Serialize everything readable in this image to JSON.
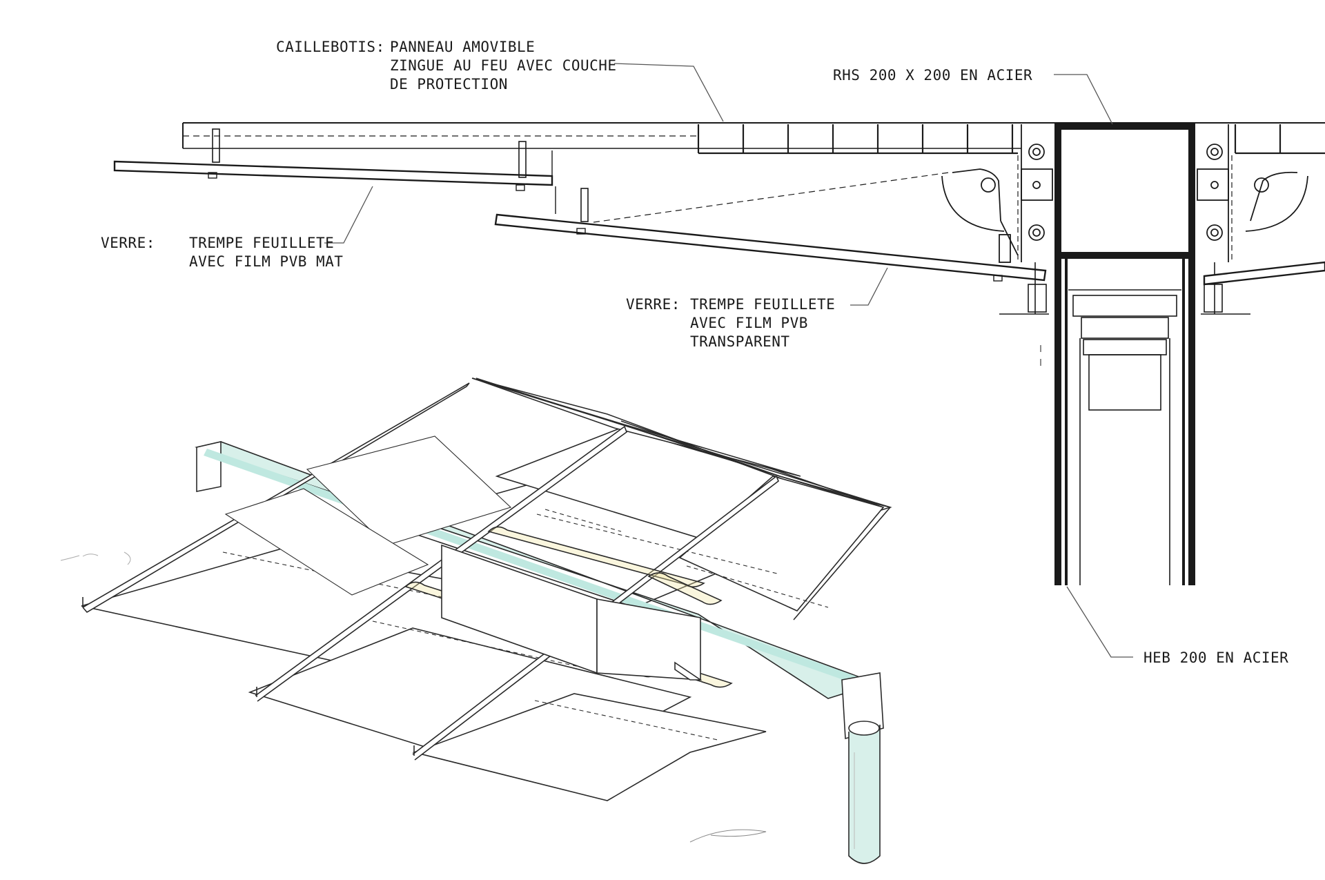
{
  "colors": {
    "line": "#1a1a1a",
    "sketch": "#2a2a2a",
    "glass_tint": "#bfe8e0",
    "light_tint": "#d8f0ea",
    "warm_light": "#f2e6a0"
  },
  "icons": [
    "steel-section-icon",
    "bolt-icon",
    "grating-icon"
  ],
  "labels": {
    "caillebotis_key": "CAILLEBOTIS:",
    "caillebotis_lines": [
      "PANNEAU AMOVIBLE",
      "ZINGUE AU FEU AVEC COUCHE",
      "DE PROTECTION"
    ],
    "rhs": "RHS 200 X 200 EN ACIER",
    "verre_mat_key": "VERRE:",
    "verre_mat_lines": [
      "TREMPE FEUILLETE",
      "AVEC FILM PVB MAT"
    ],
    "verre_trans_key": "VERRE:",
    "verre_trans_lines": [
      "TREMPE FEUILLETE",
      "AVEC FILM PVB",
      "TRANSPARENT"
    ],
    "heb": "HEB 200 EN ACIER"
  }
}
